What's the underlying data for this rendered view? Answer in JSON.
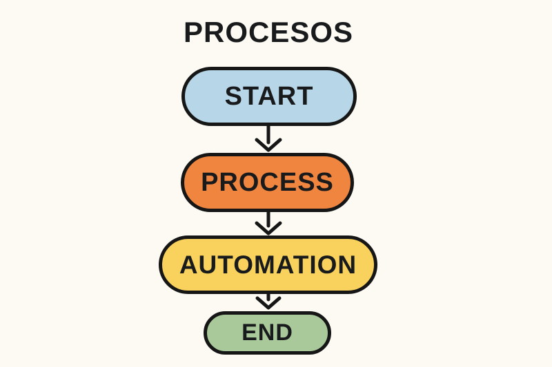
{
  "title": "PROCESOS",
  "colors": {
    "background": "#fcfaf3",
    "ink": "#161616",
    "start_fill": "#b7d7e9",
    "process_fill": "#f0853f",
    "automation_fill": "#f8d25c",
    "end_fill": "#a9c99b"
  },
  "nodes": [
    {
      "label": "START",
      "shape": "terminator-pill",
      "fill": "#b7d7e9"
    },
    {
      "label": "PROCESS",
      "shape": "pill",
      "fill": "#f0853f"
    },
    {
      "label": "AUTOMATION",
      "shape": "pill",
      "fill": "#f8d25c"
    },
    {
      "label": "END",
      "shape": "terminator-pill",
      "fill": "#a9c99b"
    }
  ],
  "connections": [
    {
      "from": "START",
      "to": "PROCESS",
      "style": "down-arrow"
    },
    {
      "from": "PROCESS",
      "to": "AUTOMATION",
      "style": "down-arrow"
    },
    {
      "from": "AUTOMATION",
      "to": "END",
      "style": "down-arrow"
    }
  ]
}
